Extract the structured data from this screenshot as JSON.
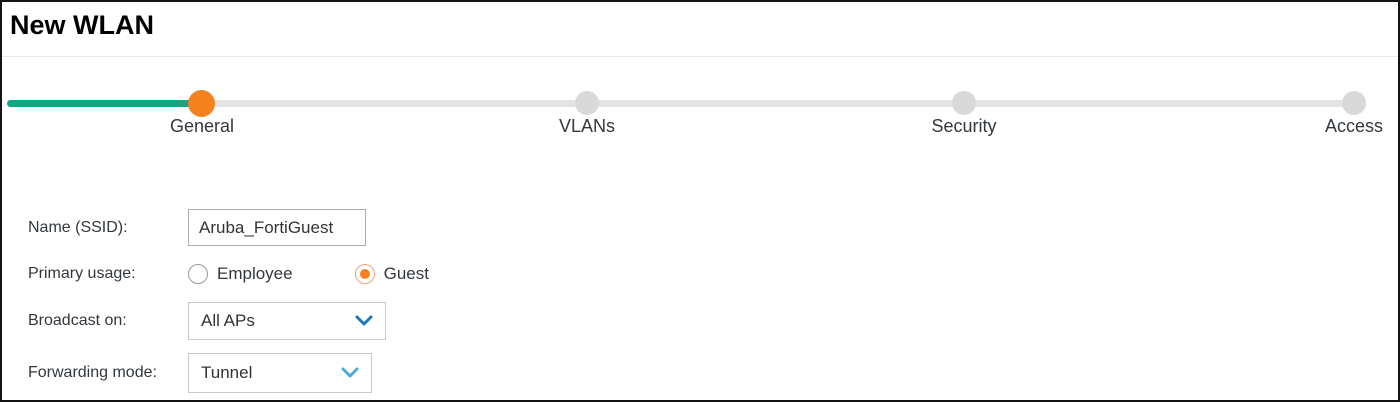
{
  "page": {
    "title": "New WLAN"
  },
  "colors": {
    "progress_green": "#12a781",
    "active_step_orange": "#f5821f",
    "inactive_dot_gray": "#d9d9d9",
    "track_gray": "#e4e4e4",
    "chevron_blue_dark": "#1a78c2",
    "chevron_blue_light": "#4fa8df",
    "radio_selected_ring": "#f2a17a",
    "text_dark": "#333333"
  },
  "stepper": {
    "steps": [
      {
        "label": "General",
        "state": "active"
      },
      {
        "label": "VLANs",
        "state": "upcoming"
      },
      {
        "label": "Security",
        "state": "upcoming"
      },
      {
        "label": "Access",
        "state": "upcoming"
      }
    ]
  },
  "form": {
    "name_ssid": {
      "label": "Name (SSID):",
      "value": "Aruba_FortiGuest"
    },
    "primary_usage": {
      "label": "Primary usage:",
      "options": [
        {
          "label": "Employee",
          "selected": false
        },
        {
          "label": "Guest",
          "selected": true
        }
      ]
    },
    "broadcast_on": {
      "label": "Broadcast on:",
      "value": "All APs",
      "icon": "chevron-down-icon"
    },
    "forwarding_mode": {
      "label": "Forwarding mode:",
      "value": "Tunnel",
      "icon": "chevron-down-icon"
    }
  }
}
